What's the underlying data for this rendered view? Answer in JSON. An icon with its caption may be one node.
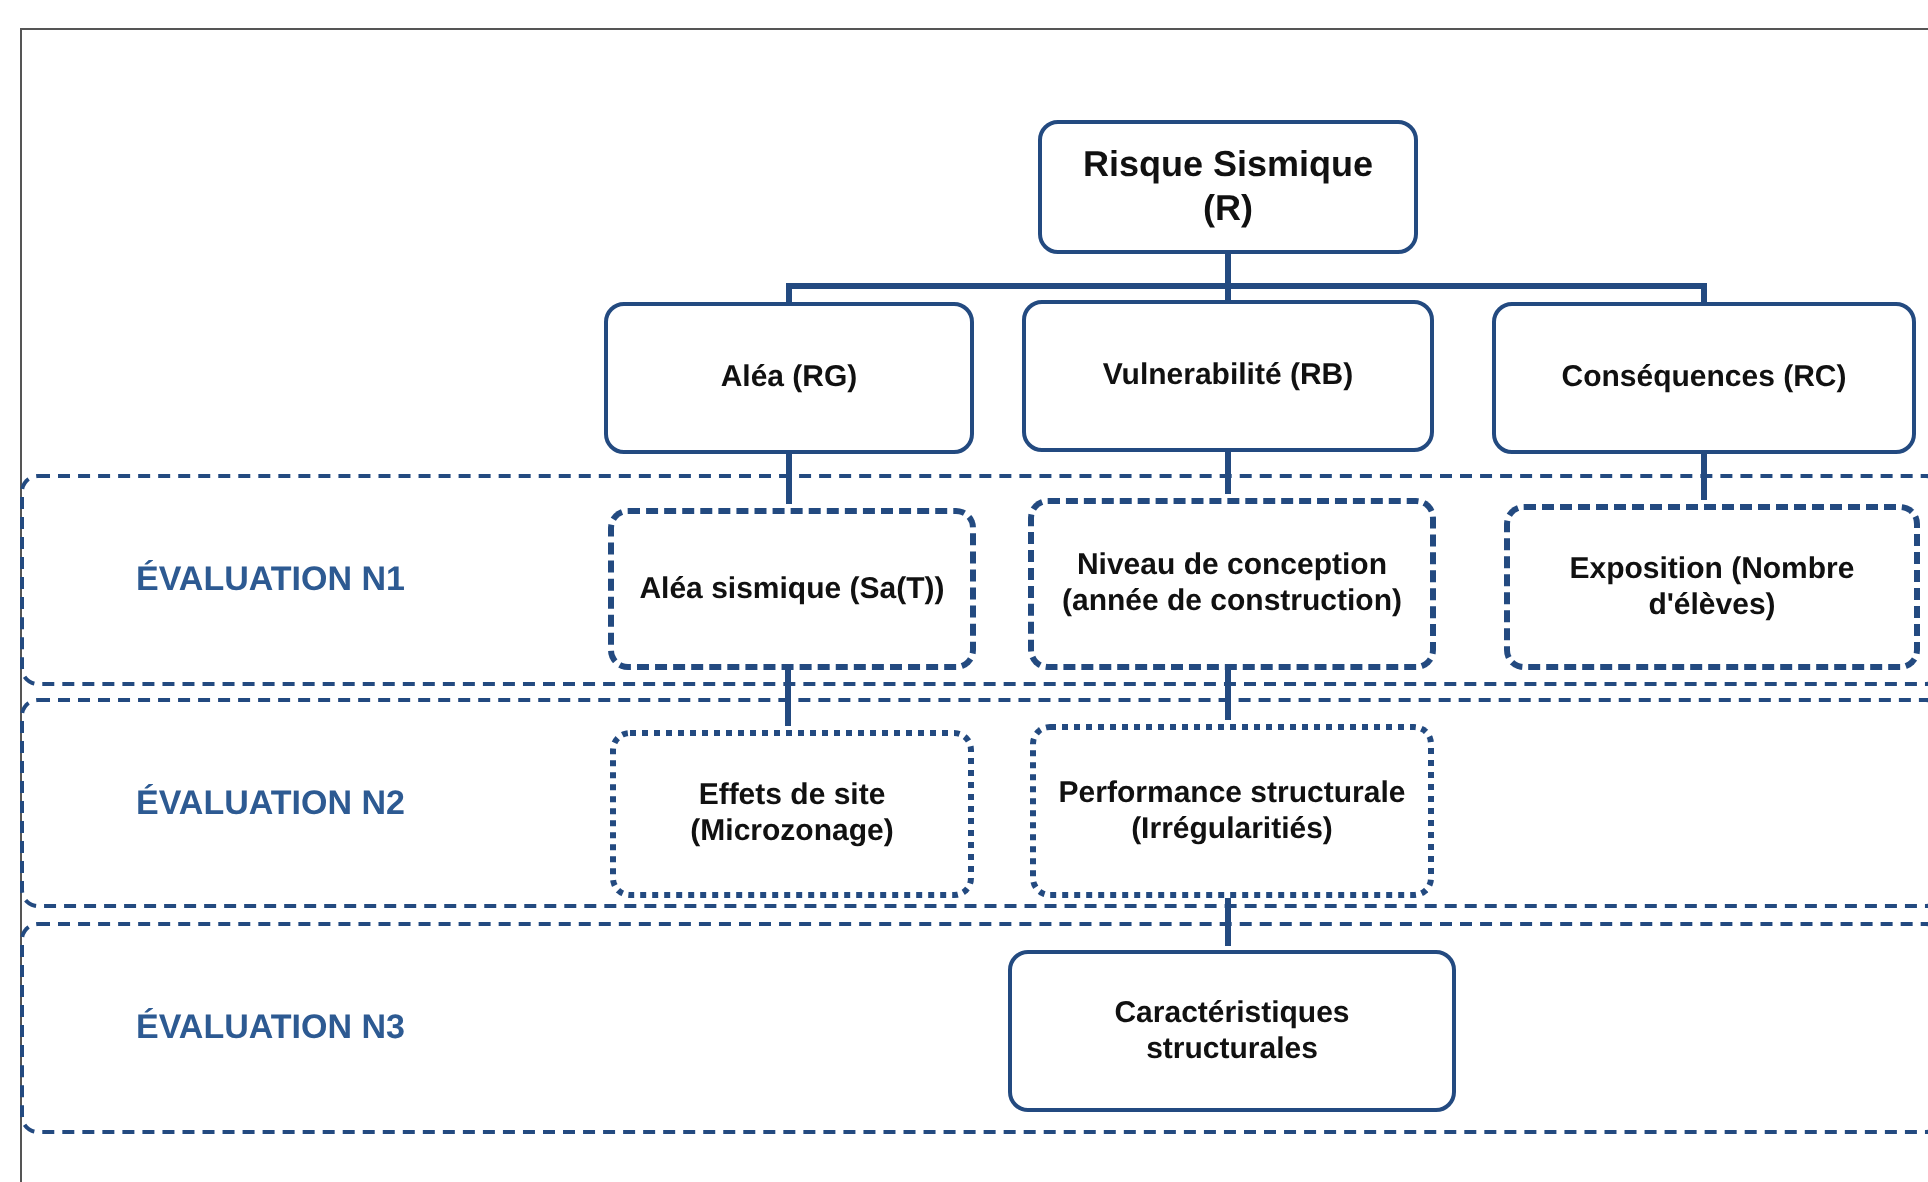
{
  "diagram": {
    "nodes": [
      {
        "text": [
          "Risque Sismique (R)"
        ]
      },
      {
        "text": [
          "Aléa (RG)"
        ]
      },
      {
        "text": [
          "Vulnerabilité (RB)"
        ]
      },
      {
        "text": [
          "Conséquences (RC)"
        ]
      },
      {
        "text": [
          "ÉVALUATION N1"
        ]
      },
      {
        "text": [
          "Aléa sismique (Sa(T))"
        ],
        "in": 4
      },
      {
        "text": [
          "Niveau de conception (année de construction)"
        ],
        "in": 4
      },
      {
        "text": [
          "Exposition (Nombre d'élèves)"
        ],
        "in": 4
      },
      {
        "text": [
          "ÉVALUATION N2"
        ]
      },
      {
        "text": [
          "Effets de site (Microzonage)"
        ],
        "in": 8
      },
      {
        "text": [
          "Performance structurale (Irrégularitiés)"
        ],
        "in": 8
      },
      {
        "text": [
          "ÉVALUATION N3"
        ]
      },
      {
        "text": [
          "Caractéristiques structurales"
        ],
        "in": 11
      }
    ],
    "edges": [
      {
        "from": 0,
        "to": 1,
        "arrow": "none"
      },
      {
        "from": 0,
        "to": 2,
        "arrow": "none"
      },
      {
        "from": 0,
        "to": 3,
        "arrow": "none"
      },
      {
        "from": 1,
        "to": 5,
        "arrow": "none"
      },
      {
        "from": 2,
        "to": 6,
        "arrow": "none"
      },
      {
        "from": 3,
        "to": 7,
        "arrow": "none"
      },
      {
        "from": 5,
        "to": 9,
        "arrow": "none"
      },
      {
        "from": 6,
        "to": 10,
        "arrow": "none"
      },
      {
        "from": 10,
        "to": 12,
        "arrow": "none"
      }
    ]
  }
}
